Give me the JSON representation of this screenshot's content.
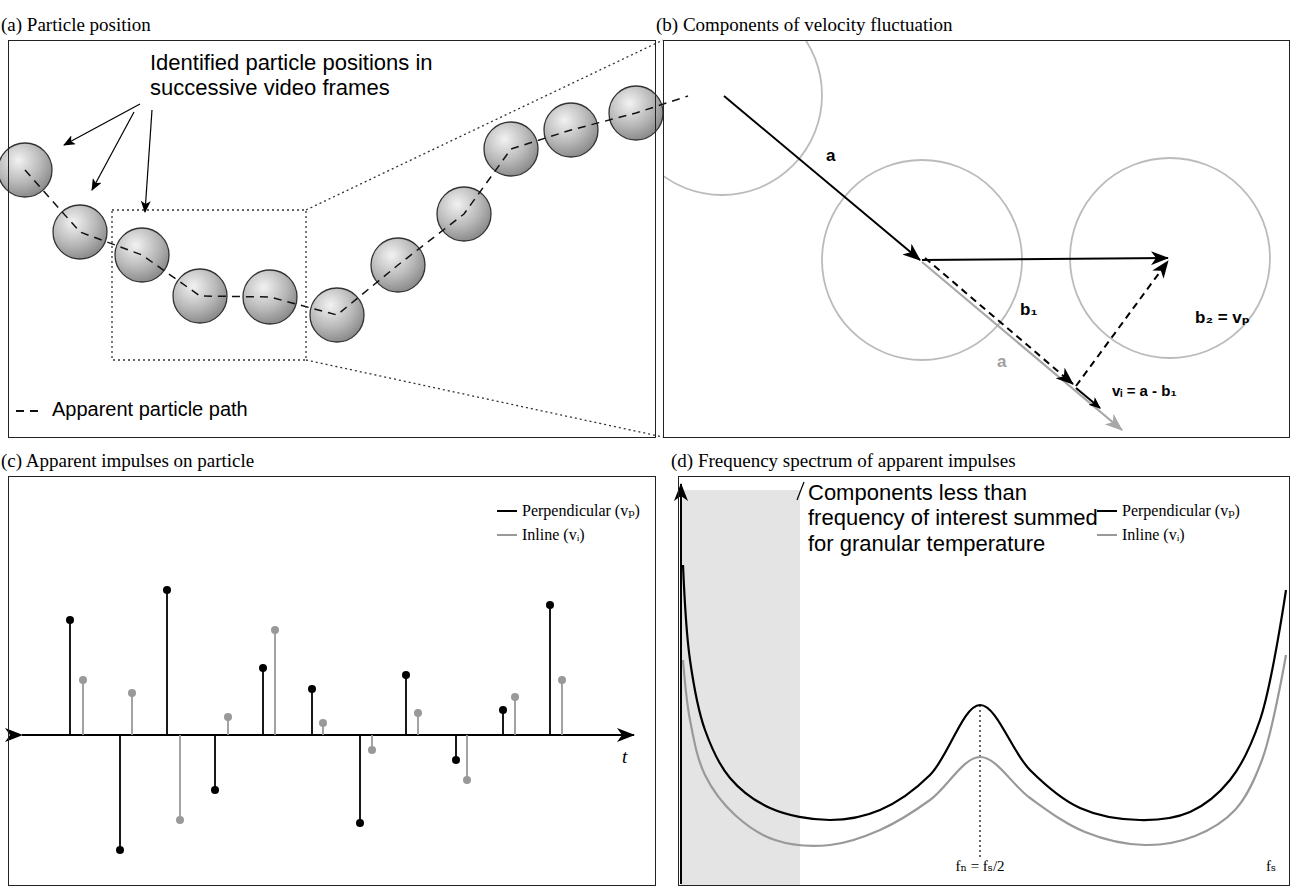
{
  "diagram": {
    "nodes": [
      {
        "text": [
          "(a) Particle position"
        ]
      },
      {
        "text": [
          "(b) Components of velocity fluctuation"
        ]
      },
      {
        "text": [
          "(c) Apparent impulses on particle"
        ]
      },
      {
        "text": [
          "(d) Frequency spectrum of apparent impulses"
        ]
      }
    ],
    "labels": [
      "Identified particle positions in successive video frames",
      "a",
      "b₁",
      "b₂ = vₚ",
      "a",
      "vᵢ = a - b₁",
      "t",
      "Components less than frequency of interest summed for granular temperature",
      "fₙ = fₛ/2",
      "fₛ"
    ],
    "legend": [
      {
        "text": "Apparent particle path"
      },
      {
        "text": "Perpendicular (vₚ)"
      },
      {
        "text": "Inline (vᵢ)"
      },
      {
        "text": "Perpendicular (vₚ)"
      },
      {
        "text": "Inline (vᵢ)"
      }
    ]
  }
}
